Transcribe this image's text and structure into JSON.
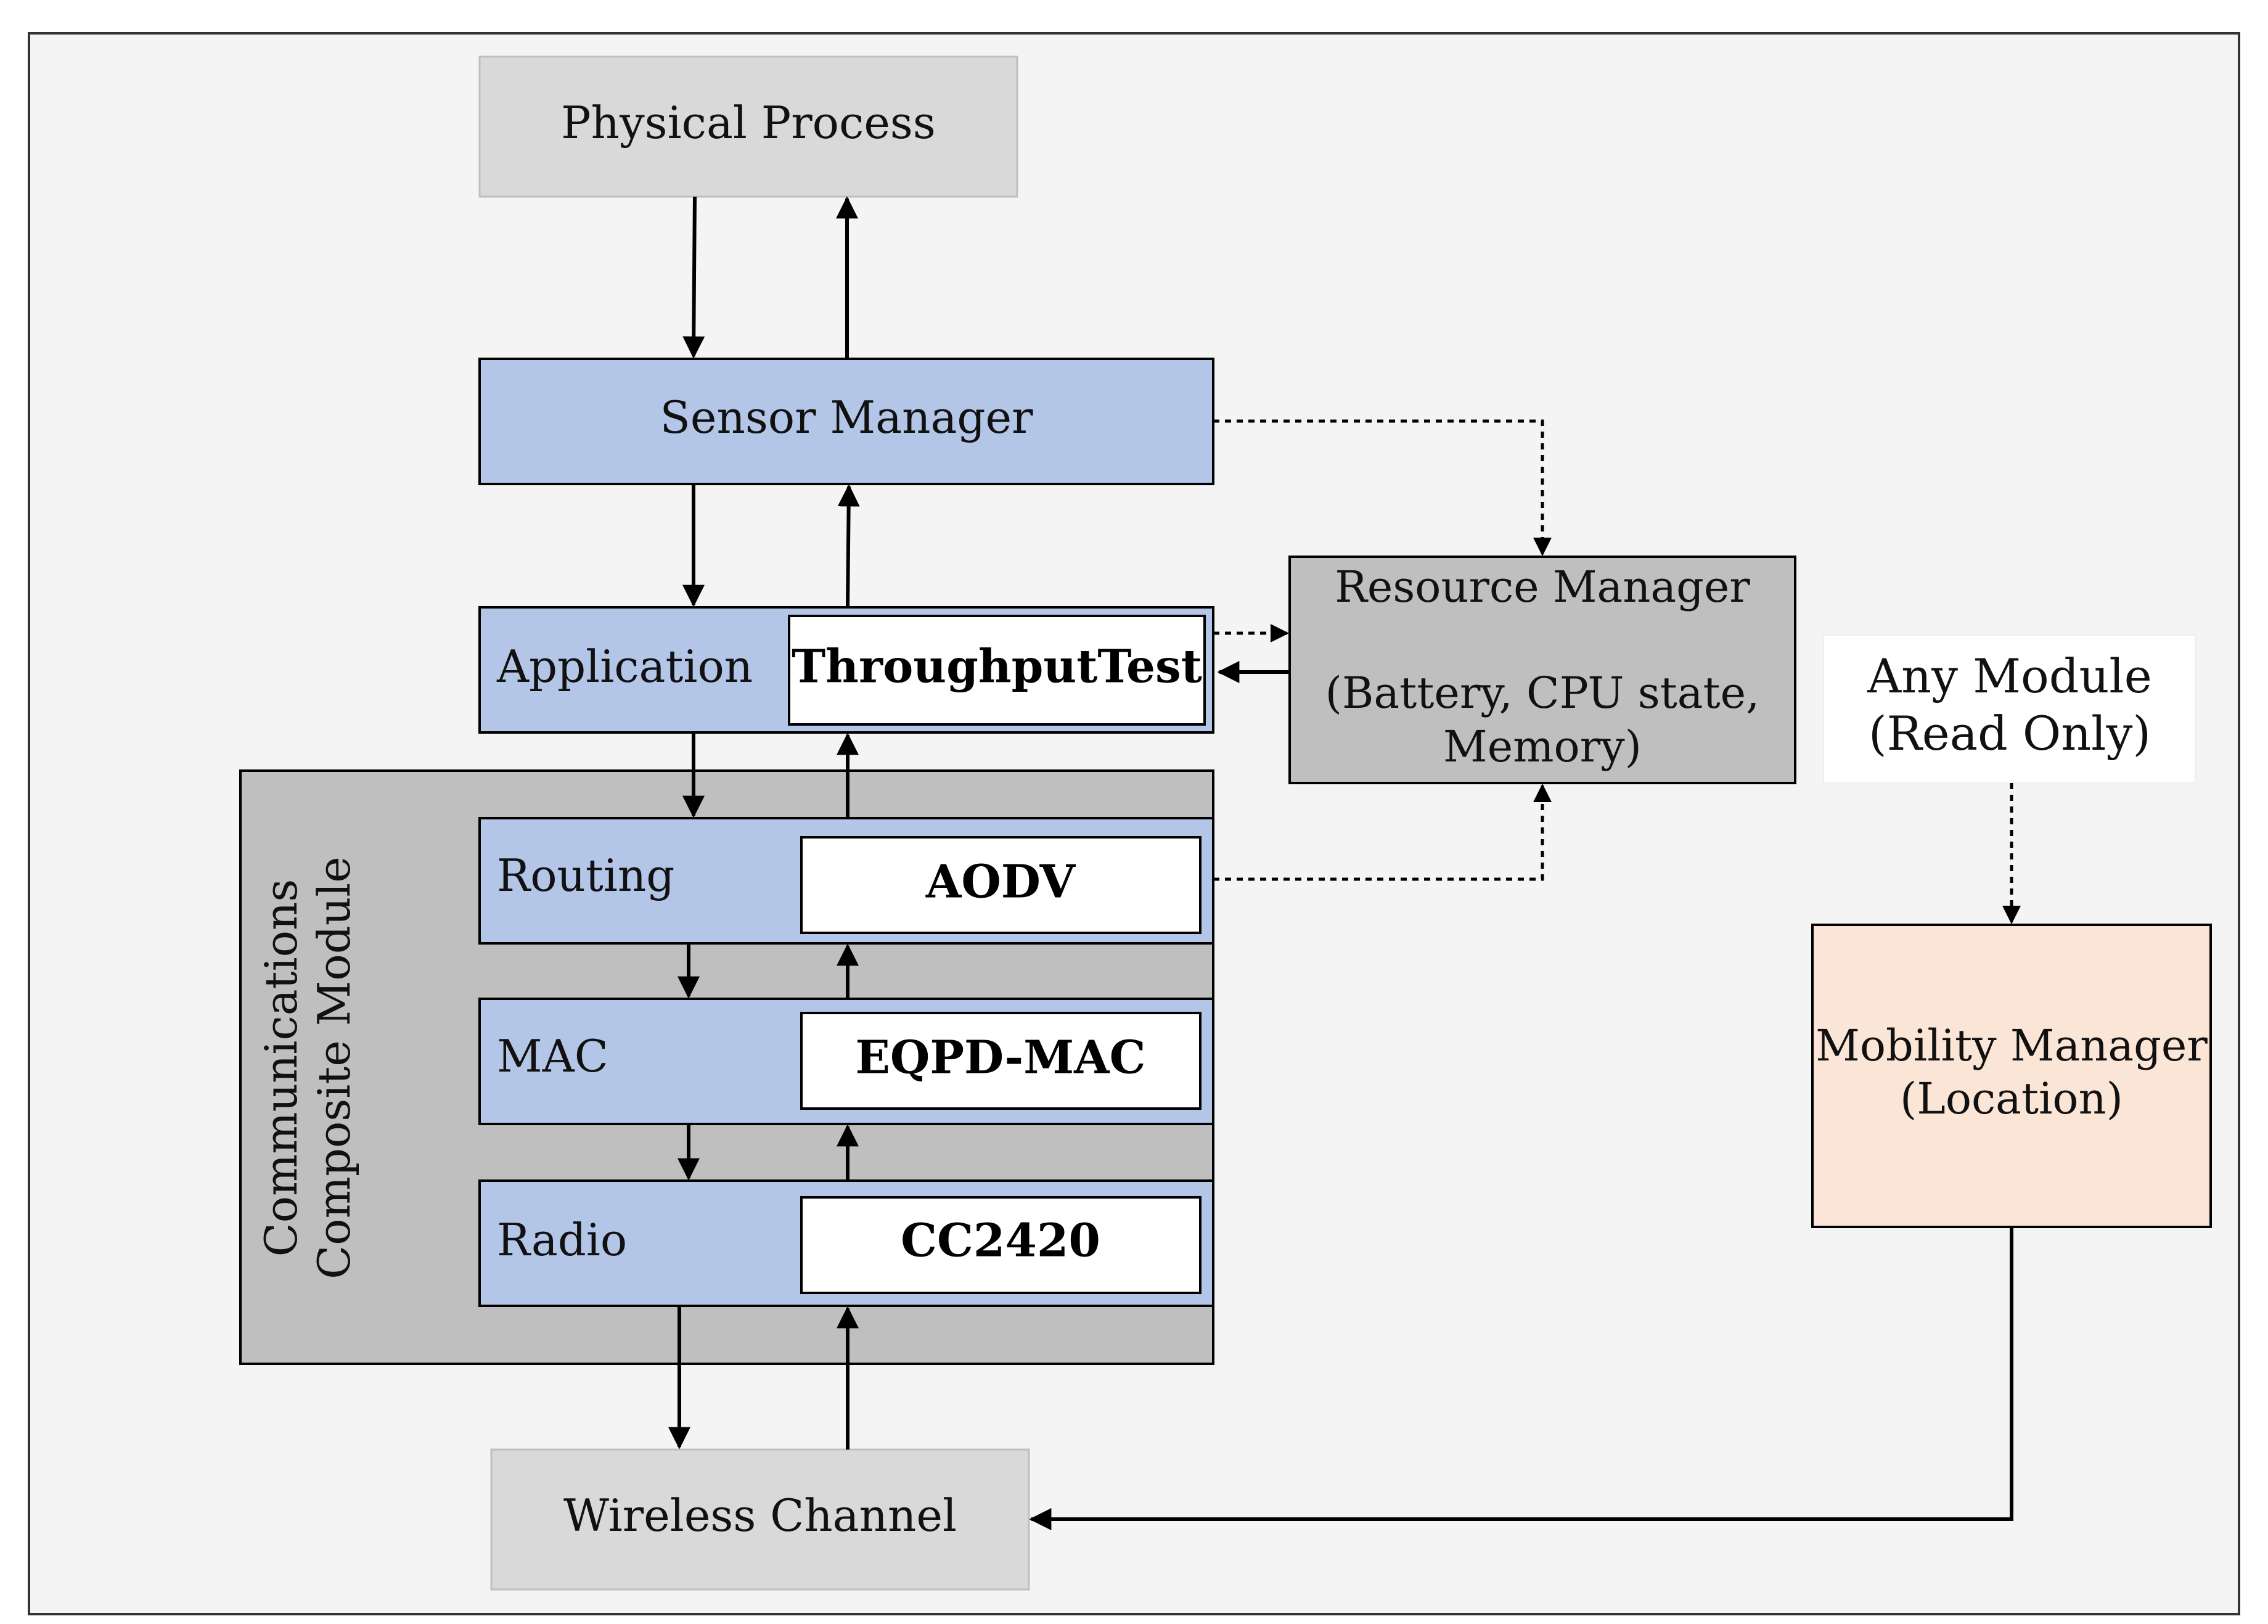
{
  "blocks": {
    "physical_process": "Physical Process",
    "sensor_manager": "Sensor Manager",
    "application": "Application",
    "throughput_test": "ThroughputTest",
    "resource_manager": {
      "title": "Resource Manager",
      "line1": "(Battery, CPU state,",
      "line2": "Memory)"
    },
    "any_module": {
      "line1": "Any Module",
      "line2": "(Read Only)"
    },
    "communications_module": {
      "line1": "Communications",
      "line2": "Composite Module"
    },
    "routing": "Routing",
    "aodv": "AODV",
    "mac": "MAC",
    "eqpd_mac": "EQPD-MAC",
    "radio": "Radio",
    "cc2420": "CC2420",
    "mobility_manager": {
      "line1": "Mobility Manager",
      "line2": "(Location)"
    },
    "wireless_channel": "Wireless Channel"
  },
  "colors": {
    "background_panel": "#f4f4f4",
    "light_gray_block": "#d9d9d9",
    "blue_block": "#b4c6e7",
    "dark_gray_block": "#bfbfbf",
    "mobility_block": "#fbe5d6",
    "white_block": "#ffffff"
  }
}
